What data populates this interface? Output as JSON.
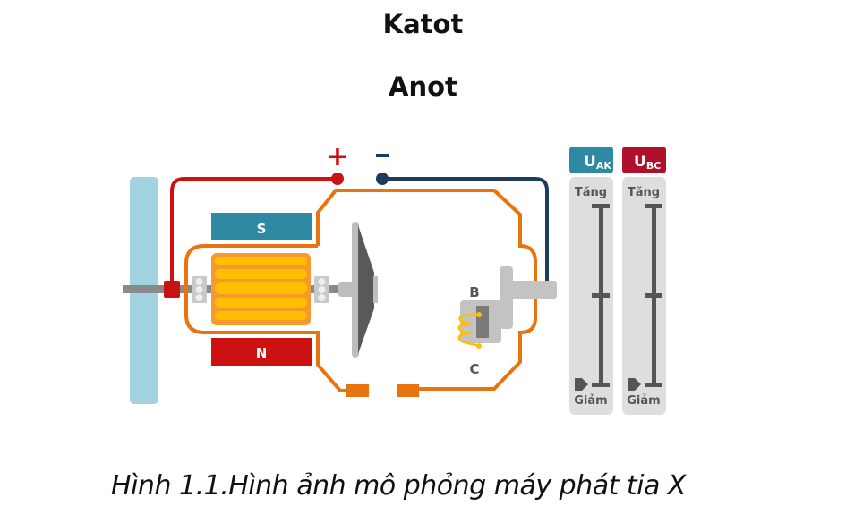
{
  "heading_top": "Katot",
  "heading_second": "Anot",
  "caption": "Hình 1.1.Hình ảnh mô phỏng máy phát tia X",
  "diagram": {
    "terminals": {
      "positive": "+",
      "negative": "−"
    },
    "magnets": {
      "south": "S",
      "north": "N"
    },
    "electrodes": {
      "b": "B",
      "c": "C"
    },
    "sliders": [
      {
        "label_main": "U",
        "label_sub": "AK",
        "top_label": "Tăng",
        "bottom_label": "Giảm",
        "value_fraction": 0.0,
        "color": "#2e8aa3"
      },
      {
        "label_main": "U",
        "label_sub": "BC",
        "top_label": "Tăng",
        "bottom_label": "Giảm",
        "value_fraction": 0.0,
        "color": "#b0102a"
      }
    ],
    "colors": {
      "positive_wire": "#cc1111",
      "negative_wire": "#1f3a5f",
      "casing": "#e8740f",
      "magnet_s": "#2e8aa3",
      "magnet_n": "#cc1111",
      "coil": "#ffbf00",
      "coil_border": "#f79a2e",
      "shaft": "#8a8a8a",
      "panel": "#a3d2e0",
      "slider_bg": "#dedede",
      "track": "#555555"
    }
  }
}
